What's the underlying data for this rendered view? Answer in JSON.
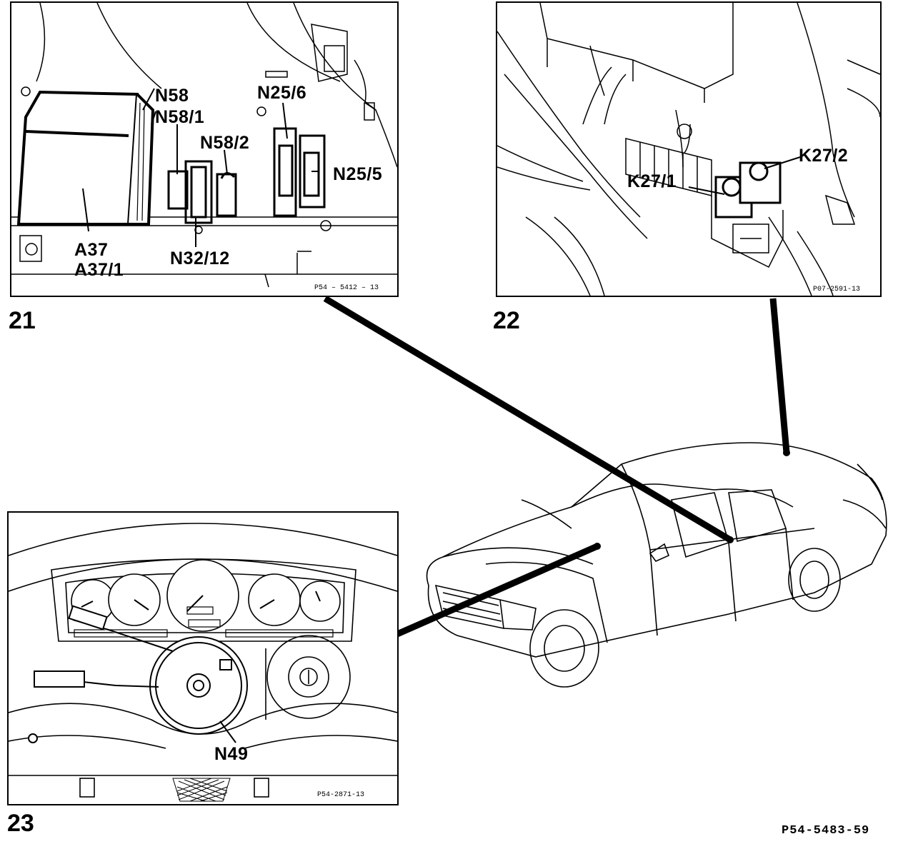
{
  "figure_code": "P54-5483-59",
  "panels": [
    {
      "number": "21",
      "ref_code": "P54 – 5412 – 13",
      "labels": [
        "N58",
        "N58/1",
        "N58/2",
        "N25/6",
        "N25/5",
        "A37",
        "A37/1",
        "N32/12"
      ]
    },
    {
      "number": "22",
      "ref_code": "P07-2591-13",
      "labels": [
        "K27/2",
        "K27/1"
      ]
    },
    {
      "number": "23",
      "ref_code": "P54-2871-13",
      "labels": [
        "N49"
      ]
    }
  ]
}
